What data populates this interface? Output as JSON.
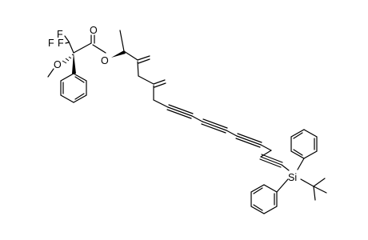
{
  "molecule": {
    "atom_labels": {
      "F1": "F",
      "F2": "F",
      "F3": "F",
      "carbonyl_O": "O",
      "methoxy_O": "O",
      "ester_O": "O",
      "silicon": "Si"
    }
  },
  "colors": {
    "ink": "#000000",
    "background": "#ffffff"
  }
}
